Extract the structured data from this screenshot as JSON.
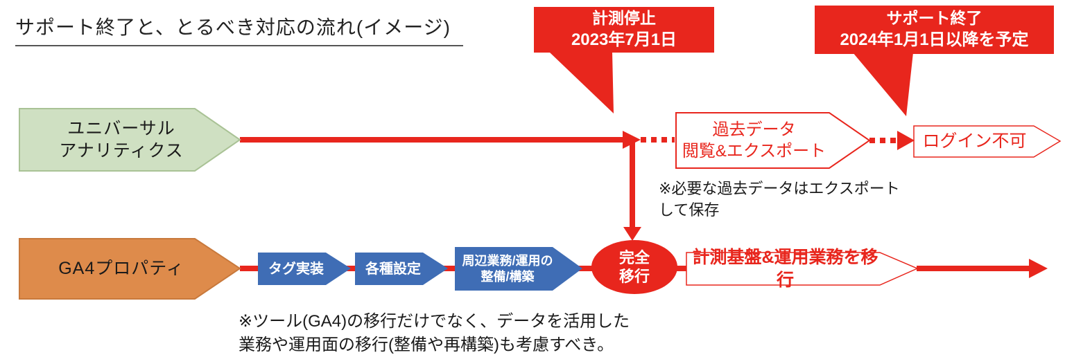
{
  "page": {
    "title": "サポート終了と、とるべき対応の流れ(イメージ)"
  },
  "colors": {
    "red": "#e8261d",
    "green_fill": "#cfe0c2",
    "green_border": "#a9c295",
    "orange_fill": "#de8b4b",
    "orange_border": "#c8793c",
    "blue_fill": "#3f6db5"
  },
  "callouts": {
    "measurement_stop": {
      "line1": "計測停止",
      "line2": "2023年7月1日"
    },
    "support_end": {
      "line1": "サポート終了",
      "line2": "2024年1月1日以降を予定"
    }
  },
  "lanes": {
    "universal_analytics": {
      "line1": "ユニバーサル",
      "line2": "アナリティクス"
    },
    "ga4_property": {
      "label": "GA4プロパティ"
    }
  },
  "steps": {
    "tag_implementation": {
      "label": "タグ実装"
    },
    "various_settings": {
      "label": "各種設定"
    },
    "peripheral_work": {
      "line1": "周辺業務/運用の",
      "line2": "整備/構築"
    }
  },
  "milestones": {
    "full_migration": {
      "line1": "完全",
      "line2": "移行"
    },
    "past_data": {
      "line1": "過去データ",
      "line2": "閲覧&エクスポート"
    },
    "login_disabled": {
      "label": "ログイン不可"
    },
    "migrate_operations": {
      "label": "計測基盤&運用業務を移行"
    }
  },
  "notes": {
    "export_note": {
      "line1": "※必要な過去データはエクスポート",
      "line2": "して保存"
    },
    "migration_note": {
      "line1": "※ツール(GA4)の移行だけでなく、データを活用した",
      "line2": "業務や運用面の移行(整備や再構築)も考慮すべき。"
    }
  }
}
